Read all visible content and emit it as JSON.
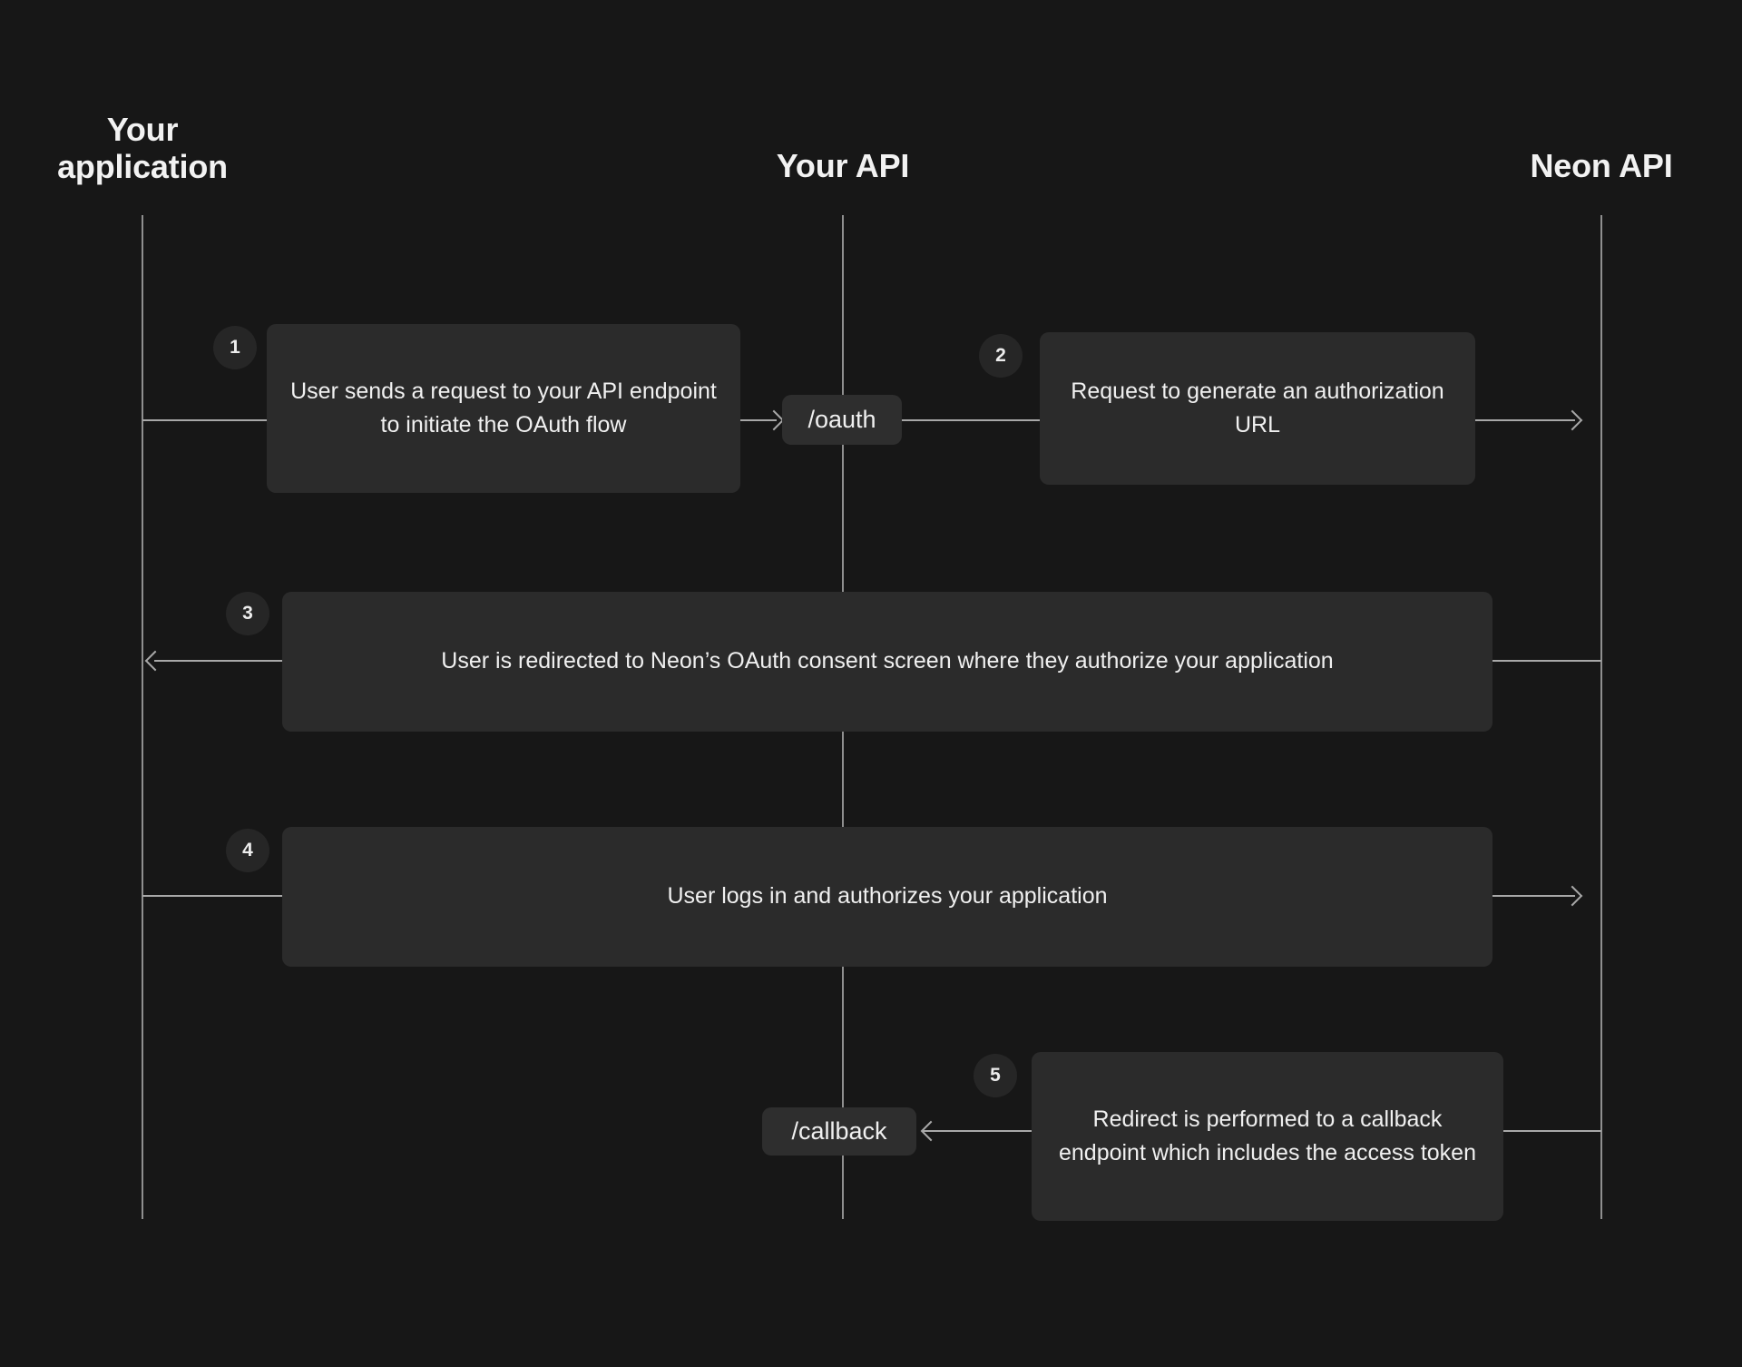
{
  "diagram": {
    "title": "Neon OAuth flow sequence diagram",
    "background_color": "#171717",
    "box_color": "#2b2b2b",
    "badge_color": "#262626",
    "line_color": "#a8a8a8",
    "text_color": "#f0f0f0"
  },
  "participants": [
    {
      "id": "your-application",
      "label": "Your\napplication"
    },
    {
      "id": "your-api",
      "label": "Your API"
    },
    {
      "id": "neon-api",
      "label": "Neon API"
    }
  ],
  "steps": [
    {
      "number": "1",
      "text": "User sends a request to your API endpoint to initiate the OAuth flow",
      "from": "your-application",
      "to": "your-api",
      "direction": "right"
    },
    {
      "number": "2",
      "text": "Request to generate an authorization URL",
      "from": "your-api",
      "to": "neon-api",
      "direction": "right"
    },
    {
      "number": "3",
      "text": "User is redirected to Neon’s OAuth consent screen where they authorize your application",
      "from": "neon-api",
      "to": "your-application",
      "direction": "left"
    },
    {
      "number": "4",
      "text": "User logs in and authorizes your application",
      "from": "your-application",
      "to": "neon-api",
      "direction": "right"
    },
    {
      "number": "5",
      "text": "Redirect is performed to a callback endpoint which includes the access token",
      "from": "neon-api",
      "to": "your-api",
      "direction": "left"
    }
  ],
  "endpoints": [
    {
      "id": "oauth",
      "label": "/oauth"
    },
    {
      "id": "callback",
      "label": "/callback"
    }
  ]
}
